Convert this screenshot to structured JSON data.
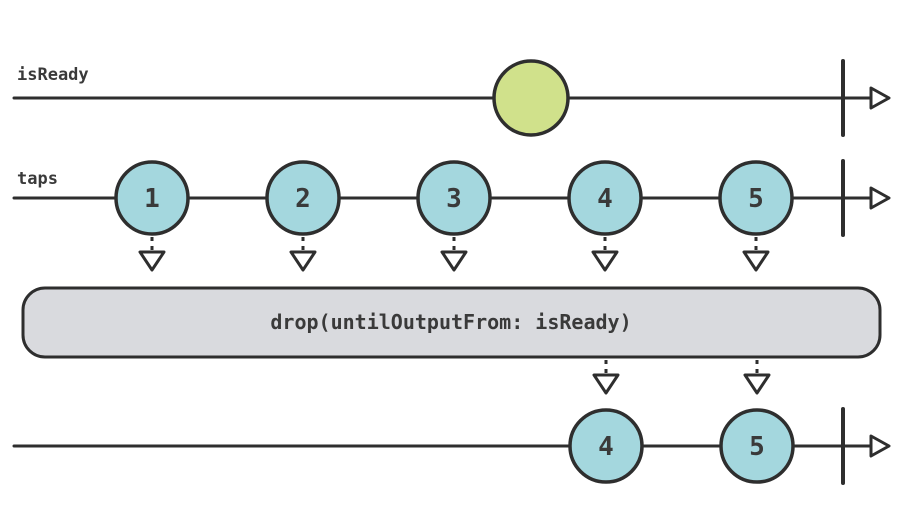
{
  "diagram": {
    "colors": {
      "background": "#ffffff",
      "stroke_color": "#2e2e2e",
      "text_color": "#3a3a3a",
      "arrowhead_fill": "#ffffff"
    },
    "timelines": {
      "is_ready": {
        "label": "isReady",
        "marble_fill": "#d0e18b",
        "marbles": [
          {
            "value": ""
          }
        ]
      },
      "taps": {
        "label": "taps",
        "marble_fill": "#a4d7de",
        "marbles": [
          {
            "value": "1"
          },
          {
            "value": "2"
          },
          {
            "value": "3"
          },
          {
            "value": "4"
          },
          {
            "value": "5"
          }
        ]
      },
      "output": {
        "marble_fill": "#a4d7de",
        "marbles": [
          {
            "value": "4"
          },
          {
            "value": "5"
          }
        ]
      }
    },
    "operator": {
      "label": "drop(untilOutputFrom: isReady)",
      "fill": "#d9dade"
    }
  }
}
